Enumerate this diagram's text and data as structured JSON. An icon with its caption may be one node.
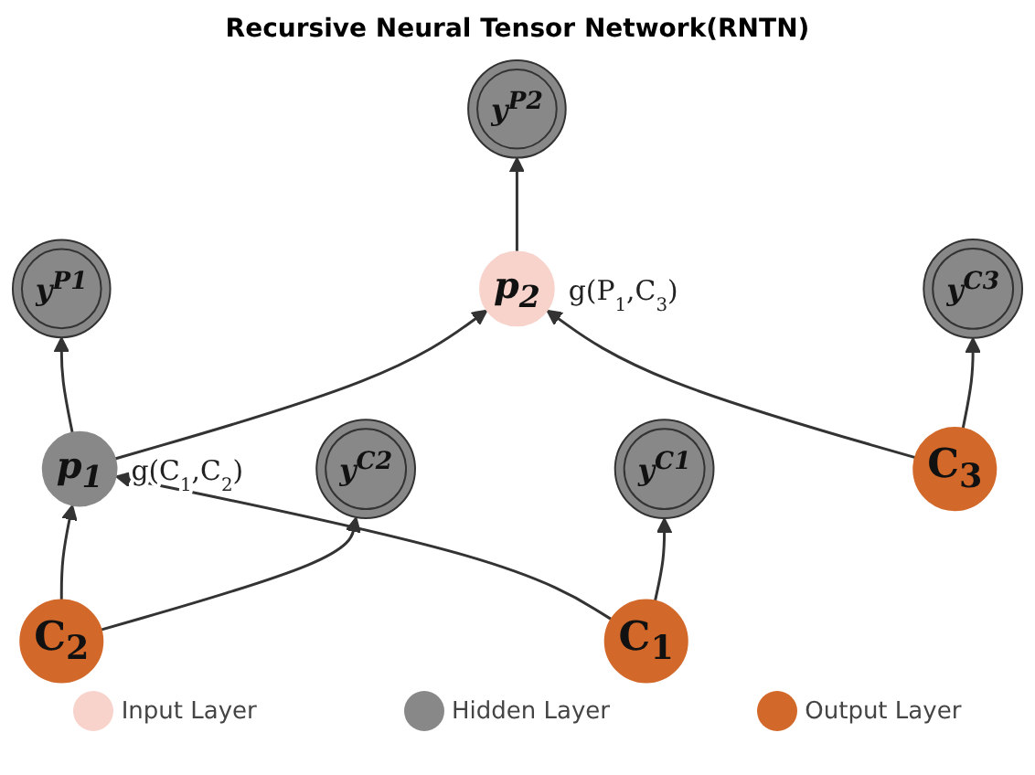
{
  "diagram": {
    "title": "Recursive Neural Tensor Network(RNTN)",
    "nodes": [
      {
        "text": [
          "y$^{P2}$"
        ]
      },
      {
        "text": [
          "p$_{2}$"
        ],
        "beside": [
          "g(P$_{1}$,C$_{3}$)"
        ]
      },
      {
        "text": [
          "y$^{P1}$"
        ]
      },
      {
        "text": [
          "p$_{1}$"
        ],
        "beside": [
          "g(C$_{1}$,C$_{2}$)"
        ]
      },
      {
        "text": [
          "y$^{C3}$"
        ]
      },
      {
        "text": [
          "y$^{C2}$"
        ]
      },
      {
        "text": [
          "y$^{C1}$"
        ]
      },
      {
        "text": [
          "C$_{3}$"
        ]
      },
      {
        "text": [
          "C$_{2}$"
        ]
      },
      {
        "text": [
          "C$_{1}$"
        ]
      }
    ],
    "edges": [
      {
        "from": 1,
        "to": 0,
        "arrow": "to"
      },
      {
        "from": 3,
        "to": 2,
        "arrow": "to"
      },
      {
        "from": 7,
        "to": 1,
        "arrow": "to"
      },
      {
        "from": 3,
        "to": 1,
        "arrow": "to"
      },
      {
        "from": 8,
        "to": 3,
        "arrow": "to"
      },
      {
        "from": 9,
        "to": 3,
        "arrow": "to"
      },
      {
        "from": 7,
        "to": 4,
        "arrow": "to"
      },
      {
        "from": 8,
        "to": 5,
        "arrow": "to"
      },
      {
        "from": 9,
        "to": 6,
        "arrow": "to"
      }
    ],
    "legend": [
      {
        "text": "Input Layer",
        "color": "#f8d3cb"
      },
      {
        "text": "Hidden Layer",
        "color": "#888888"
      },
      {
        "text": "Output Layer",
        "color": "#d2692a"
      }
    ]
  }
}
